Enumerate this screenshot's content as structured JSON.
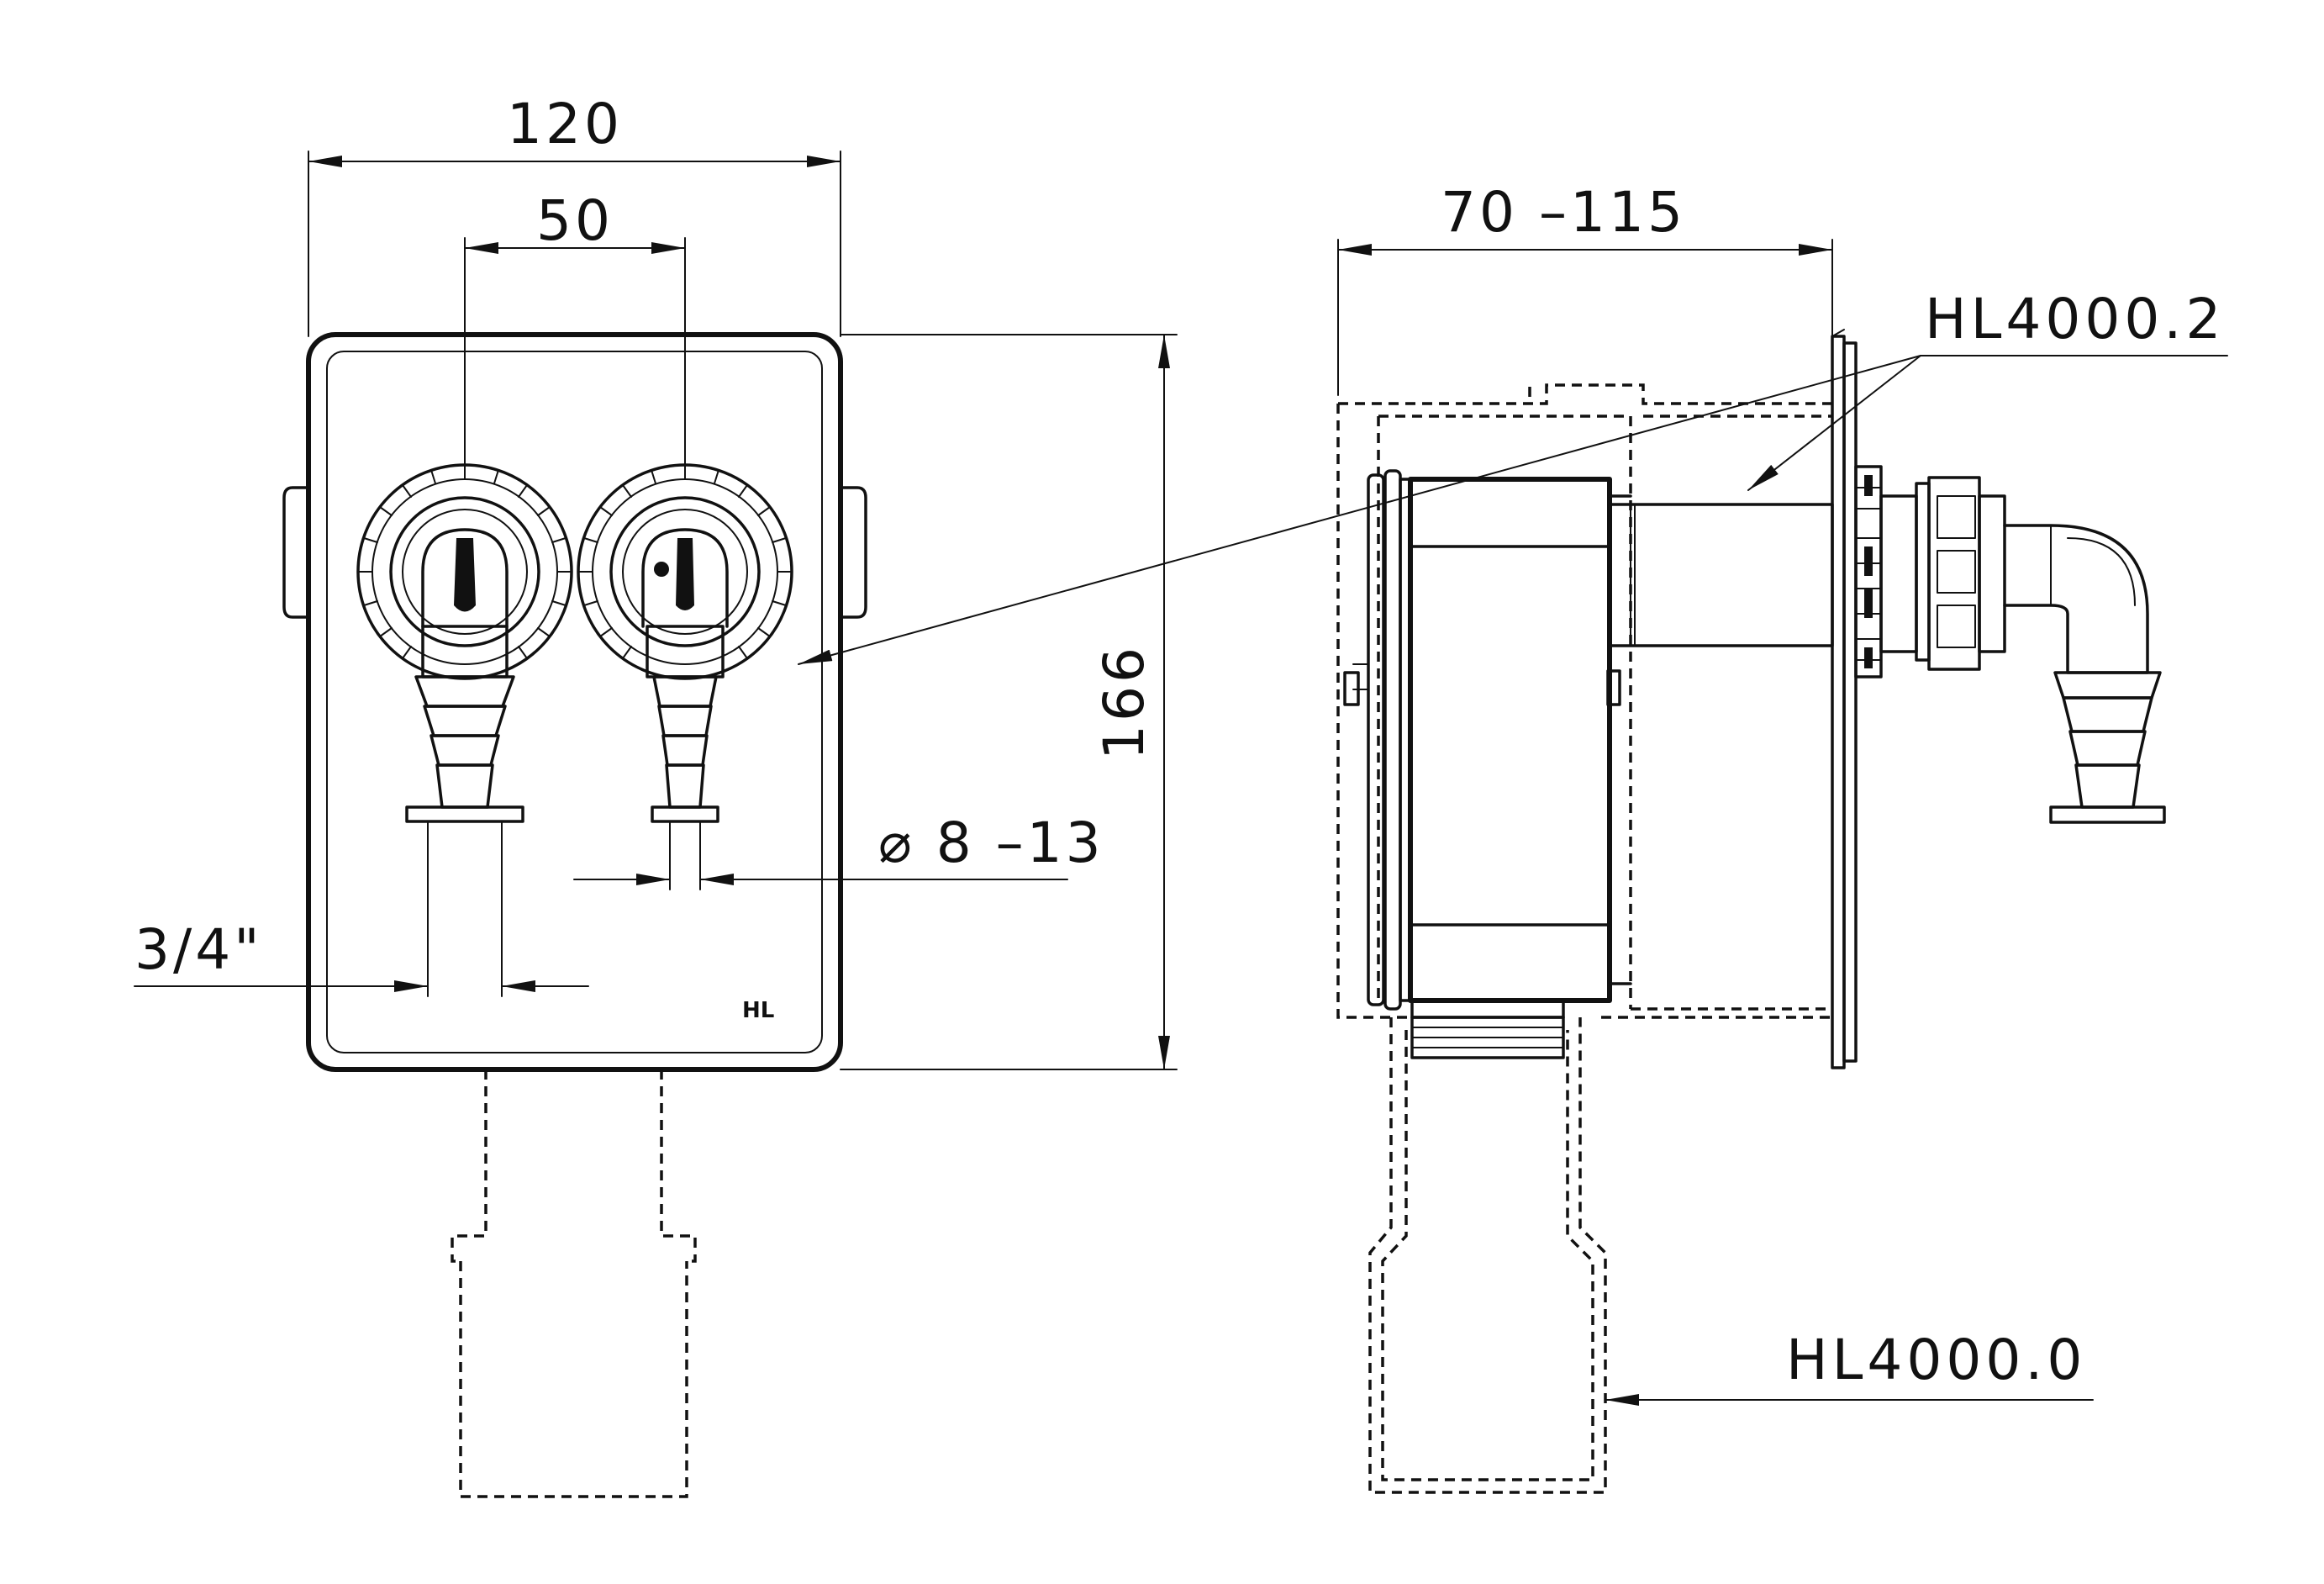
{
  "front_view": {
    "dim_width_total": "120",
    "dim_spacing": "50",
    "dim_height": "166",
    "dim_thread": "3/4\"",
    "dim_hose": "⌀ 8 –13",
    "logo": "HL"
  },
  "side_view": {
    "dim_depth": "70 –115",
    "label_top": "HL4000.2",
    "label_bottom": "HL4000.0"
  }
}
